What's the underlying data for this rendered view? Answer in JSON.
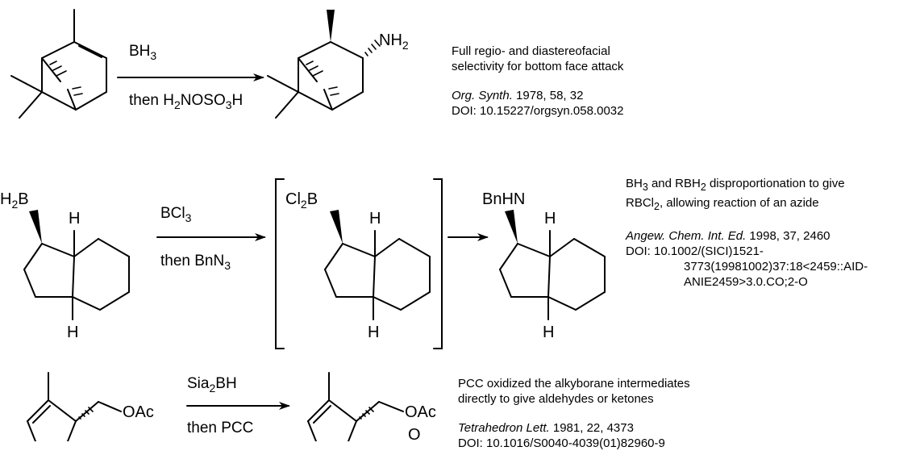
{
  "reactions": [
    {
      "reagent1": "BH",
      "reagent1_sub": "3",
      "reagent2": "then H",
      "reagent2_sub1": "2",
      "reagent2_mid": "NOSO",
      "reagent2_sub2": "3",
      "reagent2_end": "H",
      "product_label": "NH",
      "product_label_sub": "2",
      "note_line1": "Full regio- and diastereofacial",
      "note_line2": "selectivity for bottom face attack",
      "ref_journal": "Org. Synth.",
      "ref_details": " 1978, 58, 32",
      "doi": "DOI: 10.15227/orgsyn.058.0032"
    },
    {
      "start_label": "H",
      "start_label_sub": "2",
      "start_label_end": "B",
      "h_label": "H",
      "reagent1": "BCl",
      "reagent1_sub": "3",
      "reagent2": "then BnN",
      "reagent2_sub": "3",
      "intermediate_label": "Cl",
      "intermediate_label_sub": "2",
      "intermediate_label_end": "B",
      "product_label": "BnHN",
      "note_line1_a": "BH",
      "note_line1_sub1": "3",
      "note_line1_b": " and RBH",
      "note_line1_sub2": "2",
      "note_line1_c": " disproportionation to give",
      "note_line2_a": "RBCl",
      "note_line2_sub": "2",
      "note_line2_b": ", allowing reaction of an azide",
      "ref_journal": "Angew. Chem. Int. Ed.",
      "ref_details": " 1998, 37, 2460",
      "doi_line1": "DOI: 10.1002/(SICI)1521-",
      "doi_line2": "3773(19981002)37:18<2459::AID-",
      "doi_line3": "ANIE2459>3.0.CO;2-O"
    },
    {
      "start_label": "OAc",
      "reagent1": "Sia",
      "reagent1_sub": "2",
      "reagent1_end": "BH",
      "reagent2": "then PCC",
      "product_label": "OAc",
      "product_label_o": "O",
      "note_line1": "PCC oxidized the alkyborane intermediates",
      "note_line2": "directly to give aldehydes or ketones",
      "ref_journal": "Tetrahedron Lett.",
      "ref_details": " 1981, 22, 4373",
      "doi": "DOI: 10.1016/S0040-4039(01)82960-9"
    }
  ]
}
